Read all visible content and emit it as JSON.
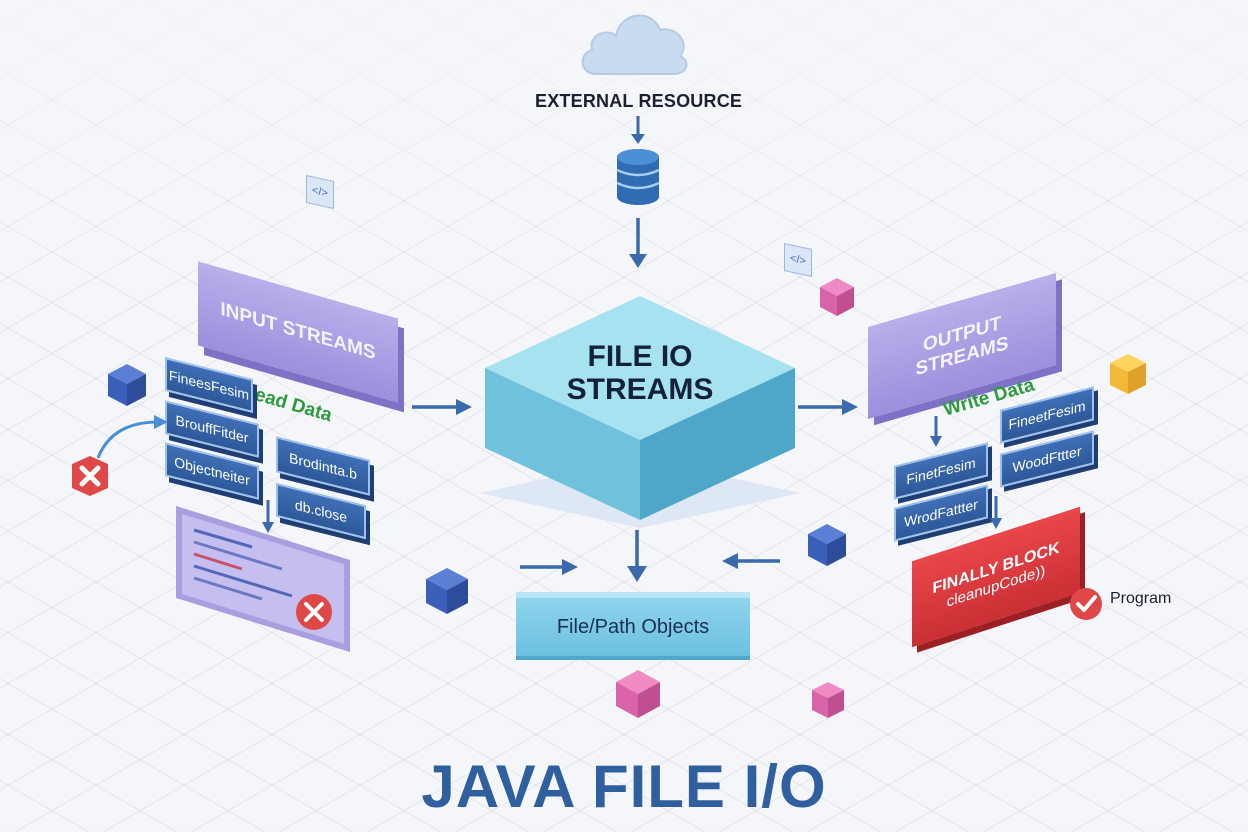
{
  "external_resource": {
    "label": "EXTERNAL RESOURCE"
  },
  "center": {
    "title_line1": "FILE IO",
    "title_line2": "STREAMS"
  },
  "input": {
    "title": "INPUT STREAMS",
    "caption": "Read Data",
    "tags": [
      "FineesFesim",
      "BrouffFitder",
      "Objectneiter",
      "Brodintta.b",
      "db.close"
    ]
  },
  "output": {
    "title_line1": "OUTPUT",
    "title_line2": "STREAMS",
    "caption": "Write Data",
    "tags": [
      "FineetFesim",
      "FinetFesim",
      "WoodFttter",
      "WrodFattter"
    ]
  },
  "finally": {
    "line1": "FINALLY BLOCK",
    "line2": "cleanupCode))"
  },
  "program": {
    "label": "Program"
  },
  "file_path": {
    "label": "File/Path Objects"
  },
  "code_icons": {
    "left": "</>",
    "right": "</>"
  },
  "footer": {
    "title": "JAVA FILE I/O"
  },
  "icons": [
    "cloud-icon",
    "database-icon",
    "error-icon",
    "check-icon",
    "code-icon"
  ],
  "colors": {
    "title_blue": "#2f5f9e",
    "center_cyan": "#8fd4e6",
    "purple": "#a79ee4",
    "error_red": "#d93a3a",
    "green": "#2e9a3e"
  }
}
